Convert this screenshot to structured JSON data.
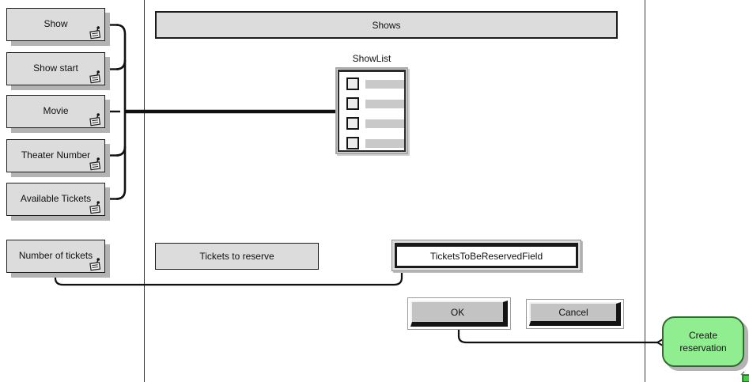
{
  "canvas": {
    "background": "#ffffff",
    "shape_gray": "#dcdcdc",
    "accent_green": "#90ee90"
  },
  "attributes": [
    {
      "label": "Show"
    },
    {
      "label": "Show start"
    },
    {
      "label": "Movie"
    },
    {
      "label": "Theater Number"
    },
    {
      "label": "Available Tickets"
    },
    {
      "label": "Number of tickets"
    }
  ],
  "window": {
    "title": "Shows",
    "showlist": {
      "label": "ShowList",
      "item_count": 4
    },
    "tickets_label": "Tickets to reserve",
    "field_value": "TicketsToBeReservedField",
    "buttons": {
      "ok": "OK",
      "cancel": "Cancel"
    }
  },
  "action": {
    "label": "Create reservation",
    "fill": "#90ee90"
  }
}
